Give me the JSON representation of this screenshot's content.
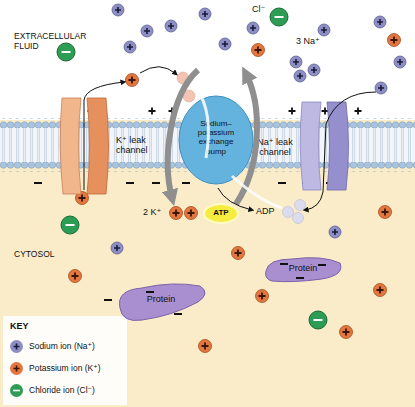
{
  "diagram": {
    "nodes": [
      {
        "text": [
          "K⁺ leak channel"
        ]
      },
      {
        "text": [
          "Sodium– potassium exchange pump"
        ]
      },
      {
        "text": [
          "Na⁺ leak channel"
        ]
      },
      {
        "text": [
          "ATP"
        ]
      },
      {
        "text": [
          "Protein"
        ]
      },
      {
        "text": [
          "Protein"
        ]
      }
    ],
    "labels": [
      "EXTRACELLULAR FLUID",
      "Cl⁻",
      "3 Na⁺",
      "ADP",
      "2 K⁺",
      "CYTOSOL",
      "KEY"
    ],
    "legend": [
      {
        "text": "Sodium ion (Na⁺)",
        "color": "#8d8fc4"
      },
      {
        "text": "Potassium ion (K⁺)",
        "color": "#e2773f"
      },
      {
        "text": "Chloride ion (Cl⁻)",
        "color": "#2d9d55"
      }
    ]
  }
}
